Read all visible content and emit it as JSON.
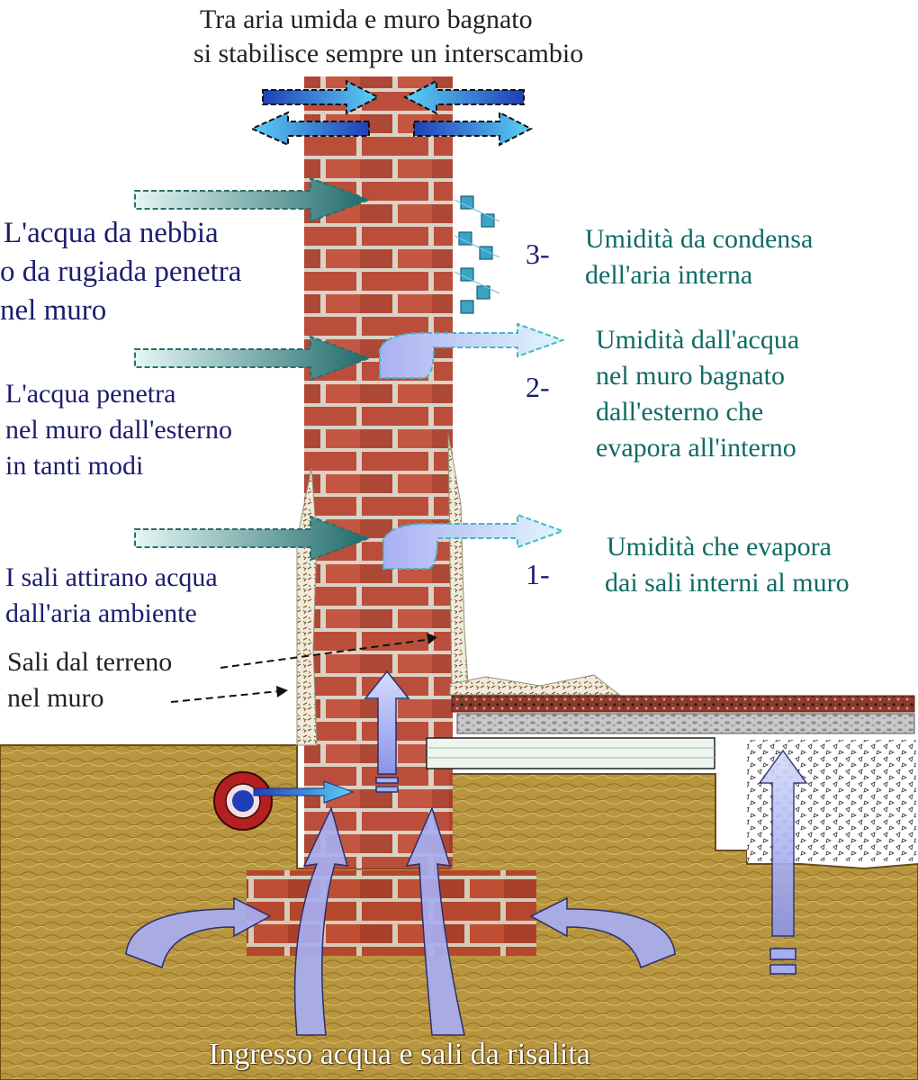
{
  "header": {
    "line1": "Tra aria umida e  muro bagnato",
    "line2": "si stabilisce sempre un interscambio"
  },
  "left_labels": {
    "fog": [
      "L'acqua da nebbia",
      "o da rugiada penetra",
      "nel muro"
    ],
    "outside": [
      "L'acqua penetra",
      "nel muro dall'esterno",
      "in tanti modi"
    ],
    "salts_air": [
      "I sali attirano acqua",
      "dall'aria ambiente"
    ],
    "salts_ground": [
      "Sali dal terreno",
      "nel muro"
    ]
  },
  "right_labels": {
    "n3": "3-",
    "condensation": [
      "Umidità da condensa",
      "dell'aria interna"
    ],
    "n2": "2-",
    "wet_wall": [
      "Umidità dall'acqua",
      "nel muro bagnato",
      "dall'esterno che",
      "evapora all'interno"
    ],
    "n1": "1-",
    "salts_evap": [
      "Umidità che evapora",
      "dai sali interni al muro"
    ]
  },
  "footer": {
    "caption": "Ingresso acqua e sali da risalita"
  },
  "colors": {
    "brick": "#b5412c",
    "mortar": "#d9d2c4",
    "soil": "#b8953f",
    "arrow_blue": "#2f7de0",
    "arrow_teal": "#1e6e70",
    "lavender": "#a7aef0",
    "text_navy": "#1c1d6e",
    "text_teal": "#0f6b64"
  }
}
